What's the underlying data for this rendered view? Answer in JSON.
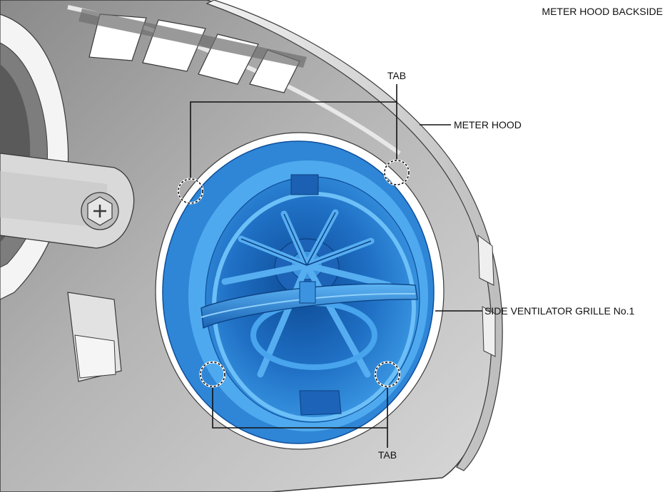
{
  "caption": "METER HOOD BACKSIDE",
  "labels": {
    "tab_top": "TAB",
    "tab_bottom": "TAB",
    "meter_hood": "METER HOOD",
    "grille": "SIDE VENTILATOR GRILLE No.1"
  },
  "colors": {
    "hood_light": "#dedede",
    "hood_mid": "#a9a9a9",
    "hood_dark": "#5e5e5e",
    "grille_blue": "#2f86d6",
    "grille_light": "#4fa9ee",
    "grille_dark": "#0e4f9c",
    "line": "#111111"
  }
}
